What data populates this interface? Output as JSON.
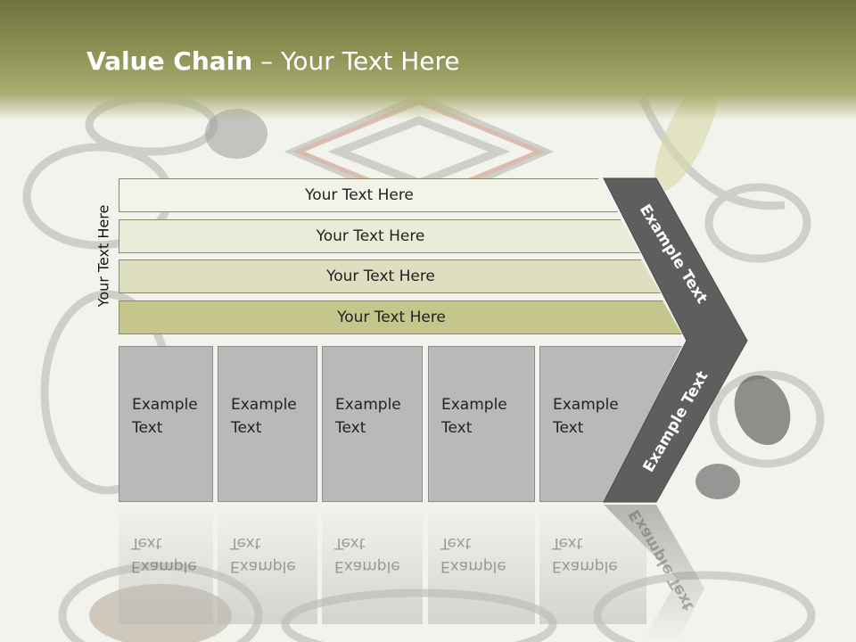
{
  "slide": {
    "title_bold": "Value Chain",
    "title_rest": " – Your Text Here",
    "side_label": "Your Text Here",
    "bars": [
      "Your Text Here",
      "Your Text Here",
      "Your Text Here",
      "Your Text Here"
    ],
    "boxes": [
      {
        "line1": "Example",
        "line2": "Text"
      },
      {
        "line1": "Example",
        "line2": "Text"
      },
      {
        "line1": "Example",
        "line2": "Text"
      },
      {
        "line1": "Example",
        "line2": "Text"
      },
      {
        "line1": "Example",
        "line2": "Text"
      }
    ],
    "chevron_top": "Example Text",
    "chevron_bottom": "Example Text"
  },
  "colors": {
    "header": "#8e9455",
    "chevron": "#5e5e5e",
    "box": "#b9b9b9"
  }
}
